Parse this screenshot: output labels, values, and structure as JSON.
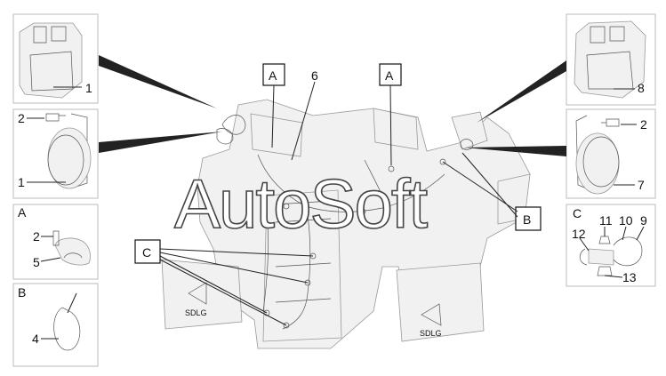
{
  "watermark": "AutoSoft",
  "sections": {
    "A": "A",
    "B": "B",
    "C": "C"
  },
  "callouts": {
    "c1a": "1",
    "c1b": "1",
    "c2a": "2",
    "c2b": "2",
    "c2c": "2",
    "c4": "4",
    "c5": "5",
    "c6": "6",
    "c7": "7",
    "c8": "8",
    "c9": "9",
    "c10": "10",
    "c11": "11",
    "c12": "12",
    "c13": "13"
  },
  "tags": {
    "tagA1": "A",
    "tagA2": "A",
    "tagB": "B",
    "tagC": "C"
  },
  "brand_plate": "SDLG"
}
